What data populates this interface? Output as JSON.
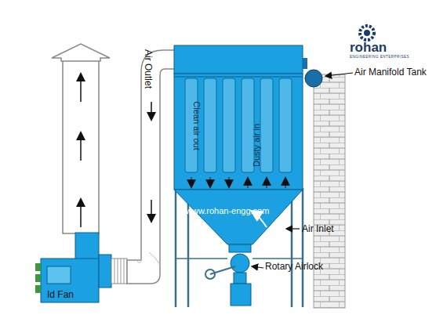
{
  "diagram": {
    "labels": [
      "Air Outlet",
      "Clean air out",
      "Dusty air in",
      "Air Manifold Tank",
      "Air Inlet",
      "www.rohan-engg.com",
      "Rotary Airlock",
      "Id Fan",
      "rohan",
      "ENGINEERING ENTERPRISES"
    ]
  }
}
